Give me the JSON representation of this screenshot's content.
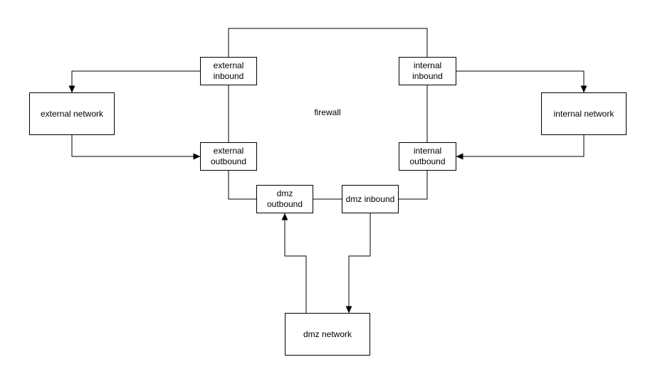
{
  "diagram": {
    "center_label": "firewall",
    "style": {
      "background": "#ffffff",
      "stroke_color": "#000000",
      "text_color": "#000000"
    },
    "nodes": [
      {
        "id": "external-inbound",
        "label": "external inbound"
      },
      {
        "id": "internal-inbound",
        "label": "internal inbound"
      },
      {
        "id": "external-network",
        "label": "external network"
      },
      {
        "id": "internal-network",
        "label": "internal network"
      },
      {
        "id": "external-outbound",
        "label": "external outbound"
      },
      {
        "id": "internal-outbound",
        "label": "internal outbound"
      },
      {
        "id": "dmz-outbound",
        "label": "dmz outbound"
      },
      {
        "id": "dmz-inbound",
        "label": "dmz inbound"
      },
      {
        "id": "dmz-network",
        "label": "dmz network"
      }
    ],
    "edges": [
      {
        "from": "external-inbound",
        "to": "internal-inbound",
        "arrow": "none"
      },
      {
        "from": "external-inbound",
        "to": "external-network",
        "arrow": "end"
      },
      {
        "from": "external-network",
        "to": "external-outbound",
        "arrow": "end"
      },
      {
        "from": "external-inbound",
        "to": "external-outbound",
        "arrow": "none"
      },
      {
        "from": "internal-inbound",
        "to": "internal-network",
        "arrow": "end"
      },
      {
        "from": "internal-network",
        "to": "internal-outbound",
        "arrow": "end"
      },
      {
        "from": "internal-inbound",
        "to": "internal-outbound",
        "arrow": "none"
      },
      {
        "from": "external-outbound",
        "to": "dmz-outbound",
        "arrow": "none"
      },
      {
        "from": "internal-outbound",
        "to": "dmz-inbound",
        "arrow": "none"
      },
      {
        "from": "dmz-outbound",
        "to": "dmz-inbound",
        "arrow": "none"
      },
      {
        "from": "dmz-network",
        "to": "dmz-outbound",
        "arrow": "end"
      },
      {
        "from": "dmz-inbound",
        "to": "dmz-network",
        "arrow": "end"
      }
    ]
  }
}
